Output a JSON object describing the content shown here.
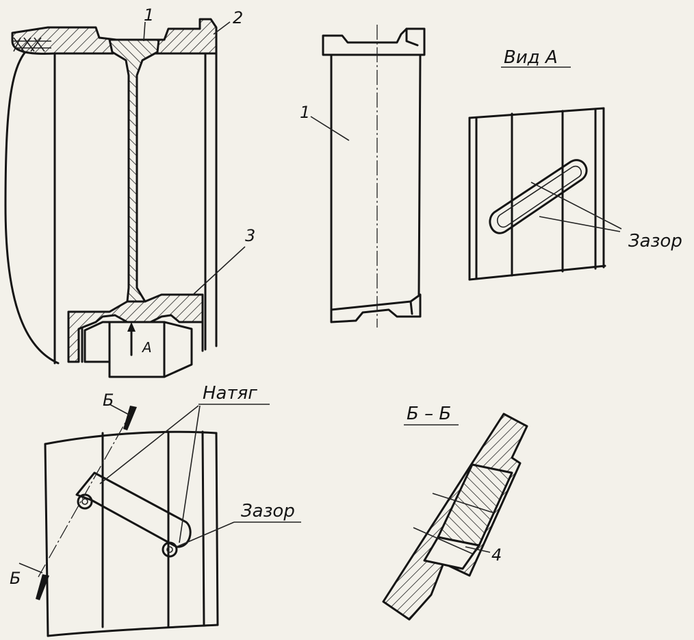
{
  "labels": {
    "part_1_top": "1",
    "part_2": "2",
    "part_3": "3",
    "part_1_blade": "1",
    "part_4": "4",
    "arrow_a": "A",
    "view_a_title": "Вид А",
    "gap_view_a": "Зазор",
    "interference": "Натяг",
    "gap_bottom": "Зазор",
    "section_title": "Б – Б",
    "section_mark_top": "Б",
    "section_mark_bottom": "Б"
  },
  "colors": {
    "paper": "#f3f1ea",
    "ink": "#151515"
  }
}
